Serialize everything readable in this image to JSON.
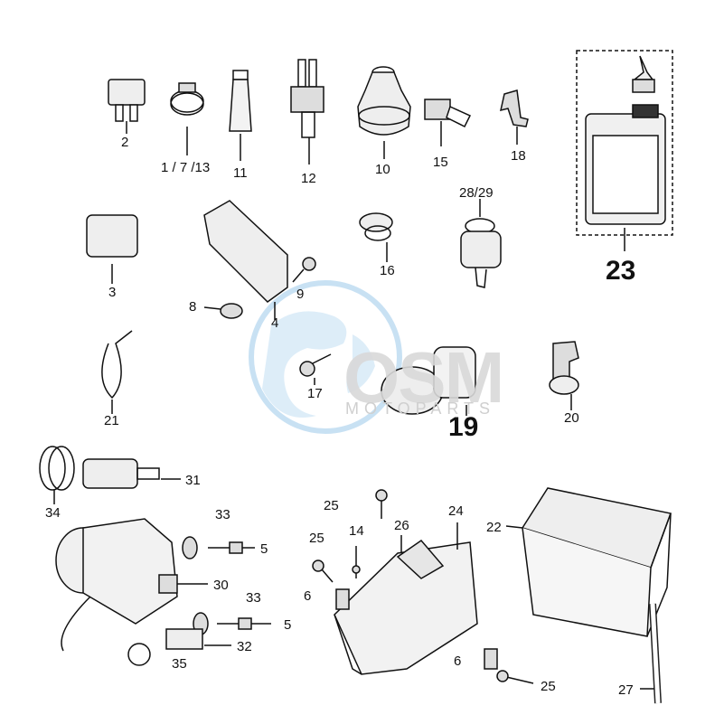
{
  "labels": {
    "p2": "2",
    "p1_7_13": "1 / 7 /13",
    "p11": "11",
    "p12": "12",
    "p10": "10",
    "p15": "15",
    "p18": "18",
    "p23": "23",
    "p3": "3",
    "p4": "4",
    "p8": "8",
    "p9": "9",
    "p16": "16",
    "p28_29": "28/29",
    "p17": "17",
    "p19": "19",
    "p20": "20",
    "p21": "21",
    "p34": "34",
    "p31": "31",
    "p33a": "33",
    "p5a": "5",
    "p30": "30",
    "p33b": "33",
    "p5b": "5",
    "p32": "32",
    "p35": "35",
    "p25a": "25",
    "p25b": "25",
    "p14": "14",
    "p26": "26",
    "p24": "24",
    "p6a": "6",
    "p6b": "6",
    "p25c": "25",
    "p22": "22",
    "p27": "27"
  },
  "watermark": {
    "logo": "OSM",
    "tagline": "MOTOPARTS"
  },
  "colors": {
    "line": "#111111",
    "watermark_blue": "#9cc9ea",
    "watermark_gray": "#d4d4d4"
  }
}
